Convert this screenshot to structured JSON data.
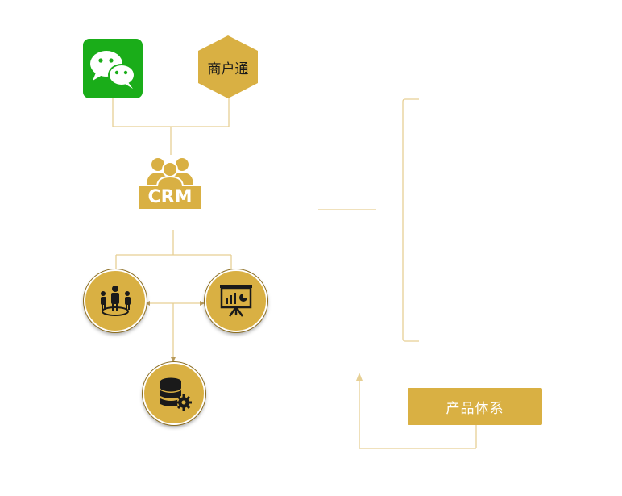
{
  "nodes": {
    "hexagon_label": "商户通",
    "crm_label": "CRM",
    "product_button_label": "产品体系"
  },
  "colors": {
    "gold": "#d9b043",
    "line": "#e6cf94",
    "wechat_green": "#1aad19"
  }
}
